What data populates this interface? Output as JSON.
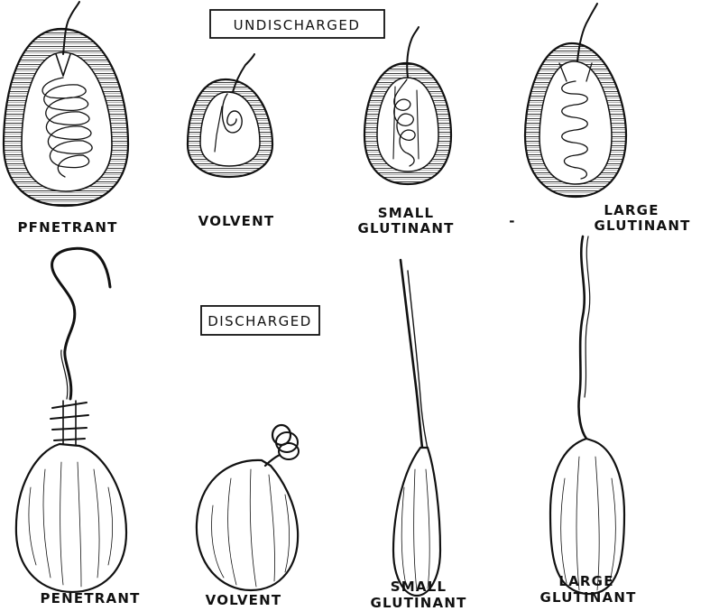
{
  "headings": {
    "undischarged": "UNDISCHARGED",
    "discharged": "DISCHARGED"
  },
  "undischarged_row": [
    {
      "label_lines": [
        "PFNETRANT"
      ]
    },
    {
      "label_lines": [
        "VOLVENT"
      ]
    },
    {
      "label_lines": [
        "SMALL",
        "GLUTINANT"
      ]
    },
    {
      "label_lines": [
        "LARGE",
        "GLUTINANT"
      ]
    }
  ],
  "discharged_row": [
    {
      "label_lines": [
        "PENETRANT"
      ]
    },
    {
      "label_lines": [
        "VOLVENT"
      ]
    },
    {
      "label_lines": [
        "SMALL",
        "GLUTINANT"
      ]
    },
    {
      "label_lines": [
        "LARGE",
        "GLUTINANT"
      ]
    }
  ],
  "stray_mark": "-",
  "colors": {
    "ink": "#111111",
    "paper": "#ffffff"
  }
}
